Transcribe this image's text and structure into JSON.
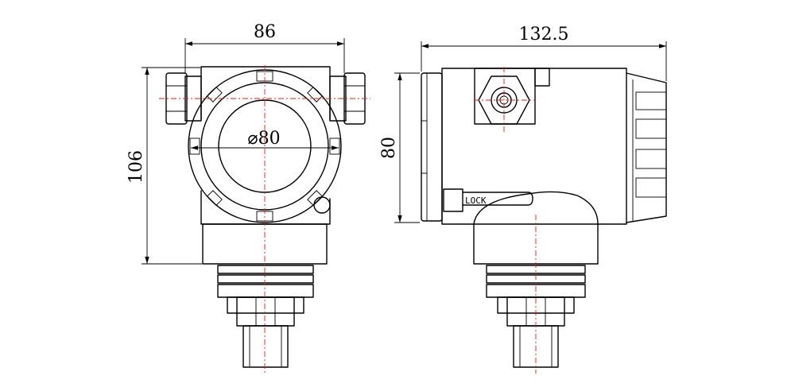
{
  "dimensions": {
    "front_width": "86",
    "front_height": "106",
    "front_diameter": "⌀80",
    "side_width": "132.5",
    "side_height": "80"
  },
  "labels": {
    "lock": "LOCK"
  },
  "colors": {
    "outline": "#000000",
    "centerline": "#e0201c"
  }
}
